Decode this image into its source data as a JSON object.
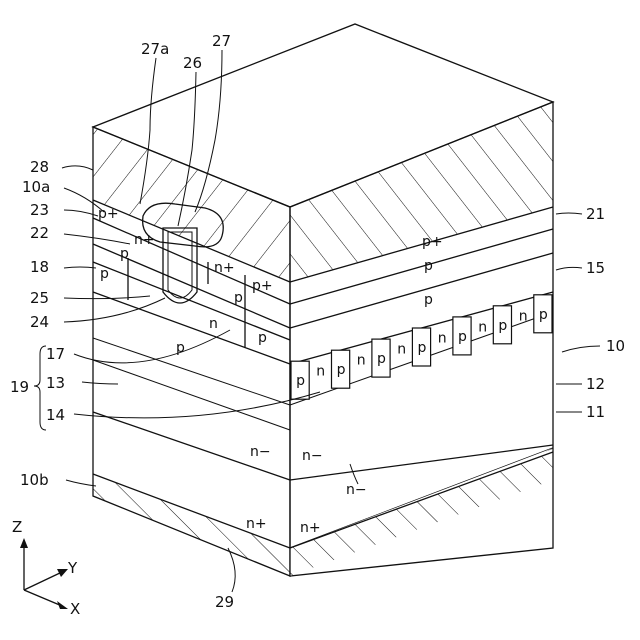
{
  "figure": {
    "reference_labels": {
      "r27a": "27a",
      "r26": "26",
      "r27": "27",
      "r28": "28",
      "r10a": "10a",
      "r23": "23",
      "r22": "22",
      "r18": "18",
      "r25": "25",
      "r24": "24",
      "r17": "17",
      "r19": "19",
      "r13": "13",
      "r14": "14",
      "r10b": "10b",
      "r29": "29",
      "r21": "21",
      "r15": "15",
      "r10": "10",
      "r12": "12",
      "r11": "11"
    },
    "doping_labels": {
      "front_p_plus": "p+",
      "front_n_plus": "n+",
      "front_p_22": "p",
      "front_p_18": "p",
      "front_n_plus_right": "n+",
      "front_p_plus_right": "p+",
      "front_p_right": "p",
      "front_n_mid": "n",
      "front_p_mid": "p",
      "front_p_lower": "p",
      "front_n_minus": "n−",
      "front_n_plus_sub": "n+",
      "right_p_plus": "p+",
      "right_p_top": "p",
      "right_p_mid": "p",
      "right_n_minus_top": "n−",
      "right_n_minus_low": "n−",
      "right_n_plus_sub": "n+",
      "right_pillars": [
        "p",
        "n",
        "p",
        "n",
        "p",
        "n",
        "p",
        "n",
        "p",
        "n",
        "p",
        "n",
        "p"
      ]
    },
    "axes": {
      "z": "Z",
      "y": "Y",
      "x": "X"
    }
  }
}
